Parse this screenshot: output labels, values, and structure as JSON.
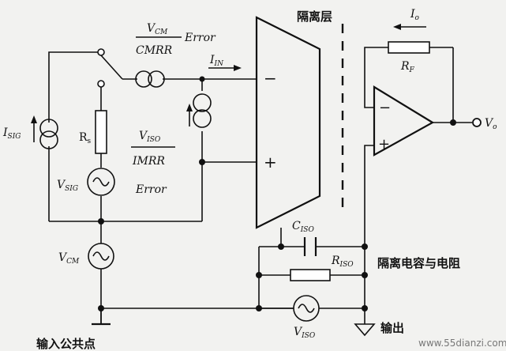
{
  "labels": {
    "isolation_barrier": "隔离层",
    "isolation_cap_res": "隔离电容与电阻",
    "input_common": "输入公共点",
    "output_common": "输出",
    "i_o": "I",
    "i_o_sub": "o",
    "r_f": "R",
    "r_f_sub": "F",
    "v_o": "V",
    "v_o_sub": "o",
    "i_in": "I",
    "i_in_sub": "IN",
    "i_sig": "I",
    "i_sig_sub": "SIG",
    "r_s": "R",
    "r_s_sub": "s",
    "v_sig": "V",
    "v_sig_sub": "SIG",
    "v_cm": "V",
    "v_cm_sub": "CM",
    "c_iso": "C",
    "c_iso_sub": "ISO",
    "r_iso": "R",
    "r_iso_sub": "ISO",
    "v_iso": "V",
    "v_iso_sub": "ISO",
    "cm_num": "V",
    "cm_num_sub": "CM",
    "cm_den": "CMRR",
    "cm_error": "Error",
    "iso_num": "V",
    "iso_num_sub": "ISO",
    "iso_den": "IMRR",
    "iso_error": "Error",
    "minus": "−",
    "plus": "+",
    "watermark": "www.55dianzi.com"
  }
}
